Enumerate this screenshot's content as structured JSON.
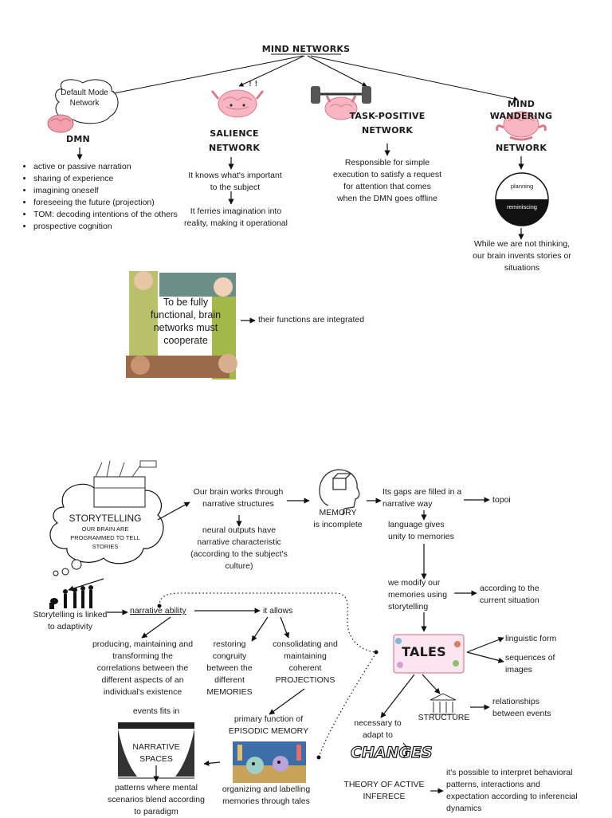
{
  "title": "MIND NETWORKS",
  "networks": {
    "dmn": {
      "bubble": "Default Mode Network",
      "label": "DMN",
      "items": [
        "active or passive narration",
        "sharing of experience",
        "imagining oneself",
        "foreseeing the future (projection)",
        "TOM: decoding intentions of the others",
        "prospective cognition"
      ]
    },
    "salience": {
      "label_1": "SALIENCE",
      "label_2": "NETWORK",
      "text_1": "It knows what's important to the subject",
      "text_2": "It ferries imagination into reality, making it operational"
    },
    "task_positive": {
      "label_1": "TASK-POSITIVE",
      "label_2": "NETWORK",
      "text": "Responsible for simple execution to satisfy a request for attention that comes when the DMN goes offline"
    },
    "mind_wandering": {
      "label_1": "MIND WANDERING",
      "label_2": "NETWORK",
      "circle_top": "planning",
      "circle_bottom": "reminiscing",
      "text": "While we are not thinking, our brain invents stories or situations"
    }
  },
  "cooperate": {
    "box_text": "To be fully functional, brain networks must cooperate",
    "result": "their functions are integrated"
  },
  "storytelling": {
    "title": "STORYTELLING",
    "sub": "OUR BRAIN ARE PROGRAMMED TO TELL STORIES",
    "narrative": "Our brain works through narrative structures",
    "neural": "neural outputs have narrative characteristic (according to the subject's culture)",
    "memory_label": "MEMORY",
    "memory_text": "is incomplete",
    "gaps": "Its gaps are filled in a narrative way",
    "topoi": "topoi",
    "language": "language gives unity to memories",
    "modify": "we modify our memories using storytelling",
    "current": "according to the current situation",
    "adaptivity": "Storytelling is linked to adaptivity",
    "narrative_ability": "narrative ability",
    "it_allows": "it allows",
    "producing": "producing, maintaining and transforming the correlations between the different aspects of an individual's existence",
    "restoring": "restoring congruity between the different MEMORIES",
    "consolidating": "consolidating and maintaining coherent PROJECTIONS",
    "tales": "TALES",
    "linguistic": "linguistic form",
    "sequences": "sequences of images",
    "structure": "STRUCTURE",
    "relationships": "relationships between events",
    "necessary": "necessary to adapt to",
    "changes": "CHANGES",
    "theory": "THEORY OF ACTIVE INFERECE",
    "interpret": "it's possible to interpret behavioral patterns, interactions and expectation according to inferencial dynamics",
    "primary": "primary function of EPISODIC MEMORY",
    "organizing": "organizing and labelling memories through tales",
    "events": "events fits in",
    "spaces": "NARRATIVE SPACES",
    "patterns": "patterns where mental scenarios blend according to paradigm"
  }
}
